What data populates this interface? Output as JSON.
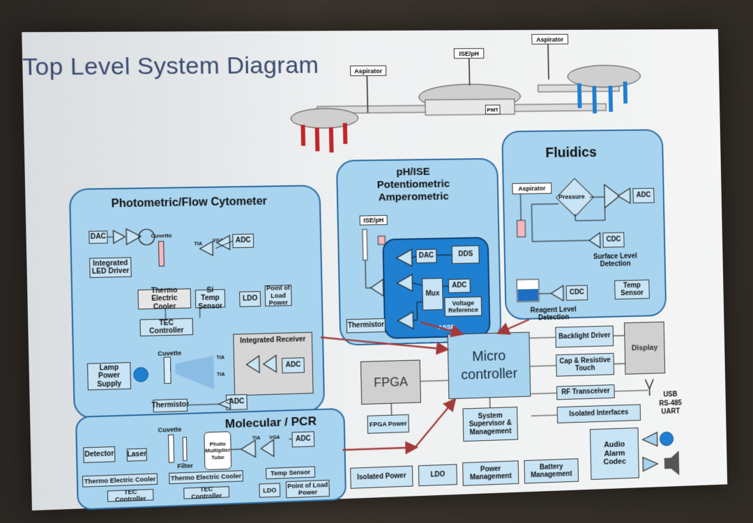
{
  "title": "Top Level System Diagram",
  "top_illustration": {
    "labels": {
      "aspirator_left": "Aspirator",
      "ise_ph": "ISE/pH",
      "aspirator_right": "Aspirator",
      "pmt": "PMT"
    }
  },
  "photometric": {
    "title": "Photometric/Flow Cytometer",
    "dac": "DAC",
    "cuvette_top": "Cuvette",
    "tia": "TIA",
    "vga": "VGA",
    "adc_top": "ADC",
    "led_driver": "Integrated LED Driver",
    "tec_cooler": "Thermo Electric Cooler",
    "si_temp": "Si Temp Sensor",
    "ldo": "LDO",
    "pol": "Point of Load Power",
    "tec_controller": "TEC Controller",
    "integrated_receiver": "Integrated Receiver",
    "cuvette_mid": "Cuvette",
    "lamp_supply": "Lamp Power Supply",
    "tia_a": "TIA",
    "tia_b": "TIA",
    "adc_receiver": "ADC",
    "thermistor": "Thermistor",
    "adc_thermistor": "ADC"
  },
  "ph_ise": {
    "title_lines": [
      "pH/ISE",
      "Potentiometric",
      "Amperometric"
    ],
    "ise_ph": "ISE/pH",
    "dac": "DAC",
    "dds": "DDS",
    "mux": "Mux",
    "adc": "ADC",
    "vref": "Voltage Reference",
    "thermistor": "Thermistor",
    "assp": "ASSP"
  },
  "fluidics": {
    "title": "Fluidics",
    "aspirator": "Aspirator",
    "pressure": "Pressure",
    "adc": "ADC",
    "cdc_surface": "CDC",
    "surface_label": "Surface Level Detection",
    "cdc_reagent": "CDC",
    "temp_sensor": "Temp Sensor",
    "reagent_label": "Reagent Level Detection"
  },
  "molecular": {
    "title": "Molecular / PCR",
    "cuvette": "Cuvette",
    "detector": "Detector",
    "laser": "Laser",
    "filter": "Filter",
    "pmt": "Photo Multiplier Tube",
    "tia": "TIA",
    "vga": "VGA",
    "adc": "ADC",
    "tec_cooler_a": "Thermo Electric Cooler",
    "tec_cooler_b": "Thermo Electric Cooler",
    "temp_sensor": "Temp Sensor",
    "tec_controller_a": "TEC Controller",
    "tec_controller_b": "TEC Controller",
    "ldo": "LDO",
    "pol": "Point of Load Power"
  },
  "core": {
    "microcontroller_lines": [
      "Micro",
      "controller"
    ],
    "fpga": "FPGA",
    "fpga_power": "FPGA Power",
    "supervisor": "System Supervisor & Management",
    "backlight": "Backlight Driver",
    "display": "Display",
    "cap_touch": "Cap & Resistive Touch",
    "rf": "RF Transceiver",
    "usb_lines": [
      "USB",
      "RS-485",
      "UART"
    ],
    "isolated_interfaces": "Isolated Interfaces",
    "audio_lines": [
      "Audio",
      "Alarm",
      "Codec"
    ],
    "isolated_power": "Isolated Power",
    "ldo": "LDO",
    "power_mgmt": "Power Management",
    "battery_mgmt": "Battery Management"
  },
  "colors": {
    "panel": "#a8d4ef",
    "panel_border": "#2d6aa0",
    "assp": "#1f7fd1",
    "arrow": "#a33a3a",
    "title": "#3b4b6e"
  }
}
